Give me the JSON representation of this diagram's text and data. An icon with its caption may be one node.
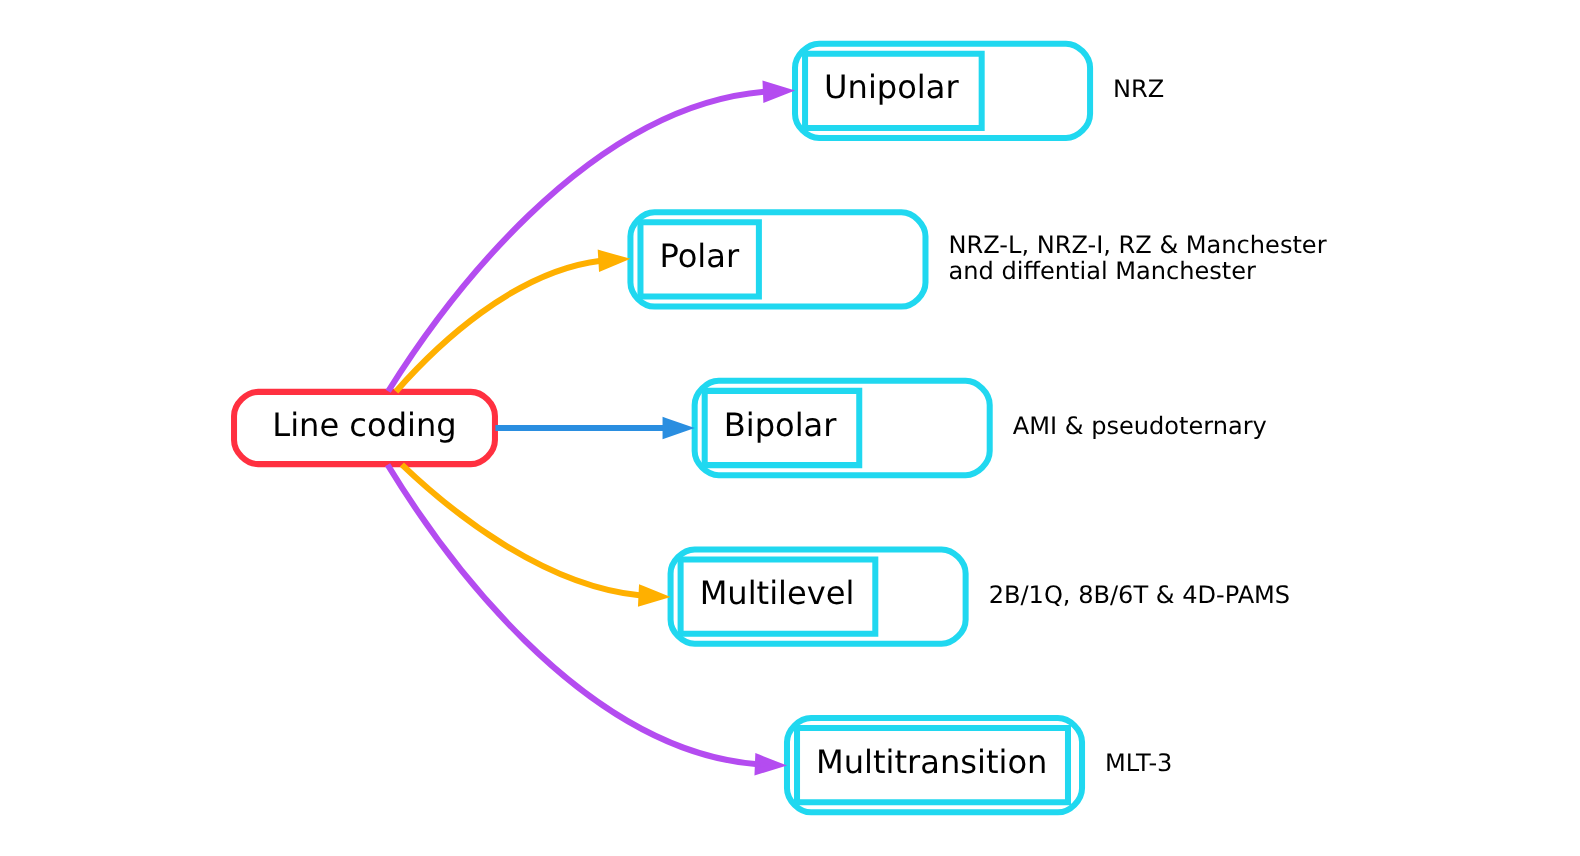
{
  "diagram": {
    "nodes": [
      {
        "text": [
          "Line coding"
        ]
      },
      {
        "text": [
          "Unipolar"
        ],
        "beside": [
          "NRZ"
        ]
      },
      {
        "text": [
          "Polar"
        ],
        "beside": [
          "NRZ-L, NRZ-I, RZ & Manchester and diffential Manchester"
        ]
      },
      {
        "text": [
          "Bipolar"
        ],
        "beside": [
          "AMI & pseudoternary"
        ]
      },
      {
        "text": [
          "Multilevel"
        ],
        "beside": [
          "2B/1Q, 8B/6T & 4D-PAMS"
        ]
      },
      {
        "text": [
          "Multitransition"
        ],
        "beside": [
          "MLT-3"
        ]
      }
    ],
    "edges": [
      {
        "from": 0,
        "to": 1,
        "arrow": "to",
        "color": "#b44cf0"
      },
      {
        "from": 0,
        "to": 2,
        "arrow": "to",
        "color": "#ffb000"
      },
      {
        "from": 0,
        "to": 3,
        "arrow": "to",
        "color": "#2a8ee0"
      },
      {
        "from": 0,
        "to": 4,
        "arrow": "to",
        "color": "#ffb000"
      },
      {
        "from": 0,
        "to": 5,
        "arrow": "to",
        "color": "#b44cf0"
      }
    ]
  }
}
